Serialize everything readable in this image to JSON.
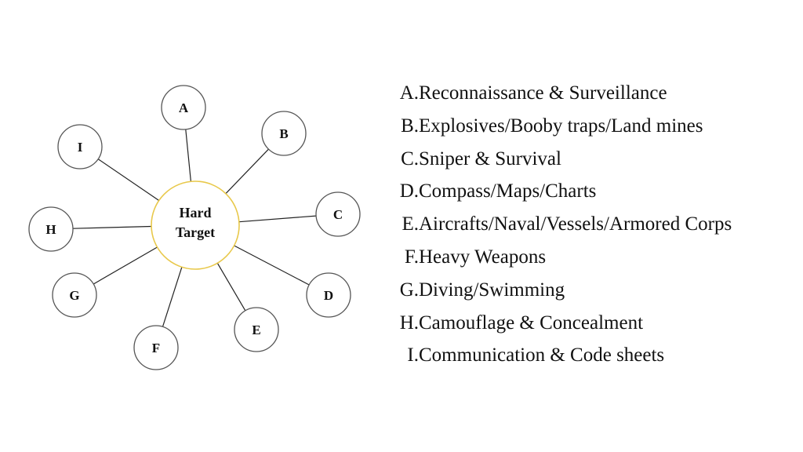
{
  "center": {
    "line1": "Hard",
    "line2": "Target"
  },
  "nodes": [
    {
      "letter": "A",
      "label": "Reconnaissance & Surveillance"
    },
    {
      "letter": "B",
      "label": "Explosives/Booby traps/Land mines"
    },
    {
      "letter": "C",
      "label": "Sniper & Survival"
    },
    {
      "letter": "D",
      "label": "Compass/Maps/Charts"
    },
    {
      "letter": "E",
      "label": "Aircrafts/Naval/Vessels/Armored Corps"
    },
    {
      "letter": "F",
      "label": "Heavy Weapons"
    },
    {
      "letter": "G",
      "label": "Diving/Swimming"
    },
    {
      "letter": "H",
      "label": "Camouflage & Concealment"
    },
    {
      "letter": "I",
      "label": "Communication & Code sheets"
    }
  ],
  "colors": {
    "center_ring": "#e8c84a",
    "node_ring": "#555555",
    "line": "#222222"
  }
}
